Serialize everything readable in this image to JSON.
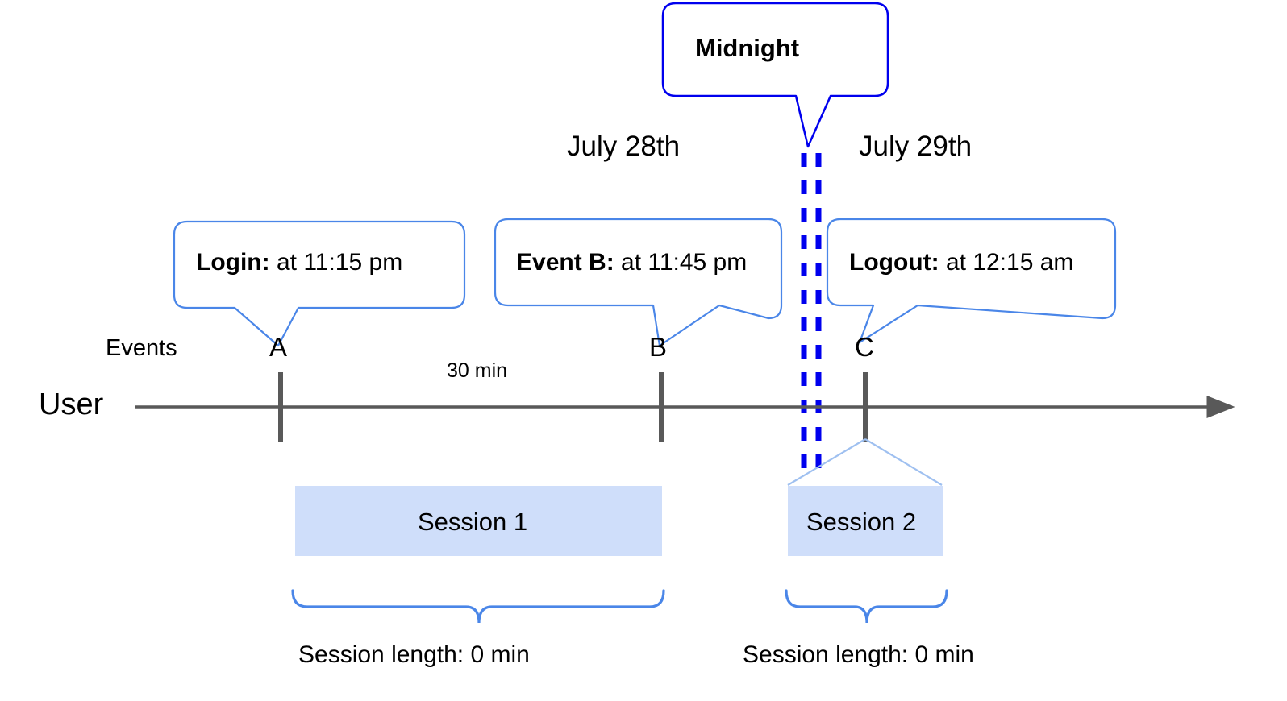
{
  "diagram": {
    "title_callout": {
      "label": "Midnight"
    },
    "dates": {
      "left": "July 28th",
      "right": "July 29th"
    },
    "axis": {
      "row_label": "User",
      "events_label": "Events",
      "gap_label": "30 min"
    },
    "events": [
      {
        "marker": "A",
        "bold": "Login:",
        "rest": " at 11:15 pm"
      },
      {
        "marker": "B",
        "bold": "Event B:",
        "rest": " at 11:45 pm"
      },
      {
        "marker": "C",
        "bold": "Logout:",
        "rest": " at 12:15 am"
      }
    ],
    "sessions": [
      {
        "label": "Session 1",
        "length_label": "Session length: 0 min"
      },
      {
        "label": "Session 2",
        "length_label": "Session length: 0 min"
      }
    ],
    "colors": {
      "midnight_blue": "#0000ee",
      "callout_blue": "#4a86e8",
      "session_fill": "#cfdefa",
      "axis_gray": "#595959",
      "text_black": "#000000"
    }
  }
}
